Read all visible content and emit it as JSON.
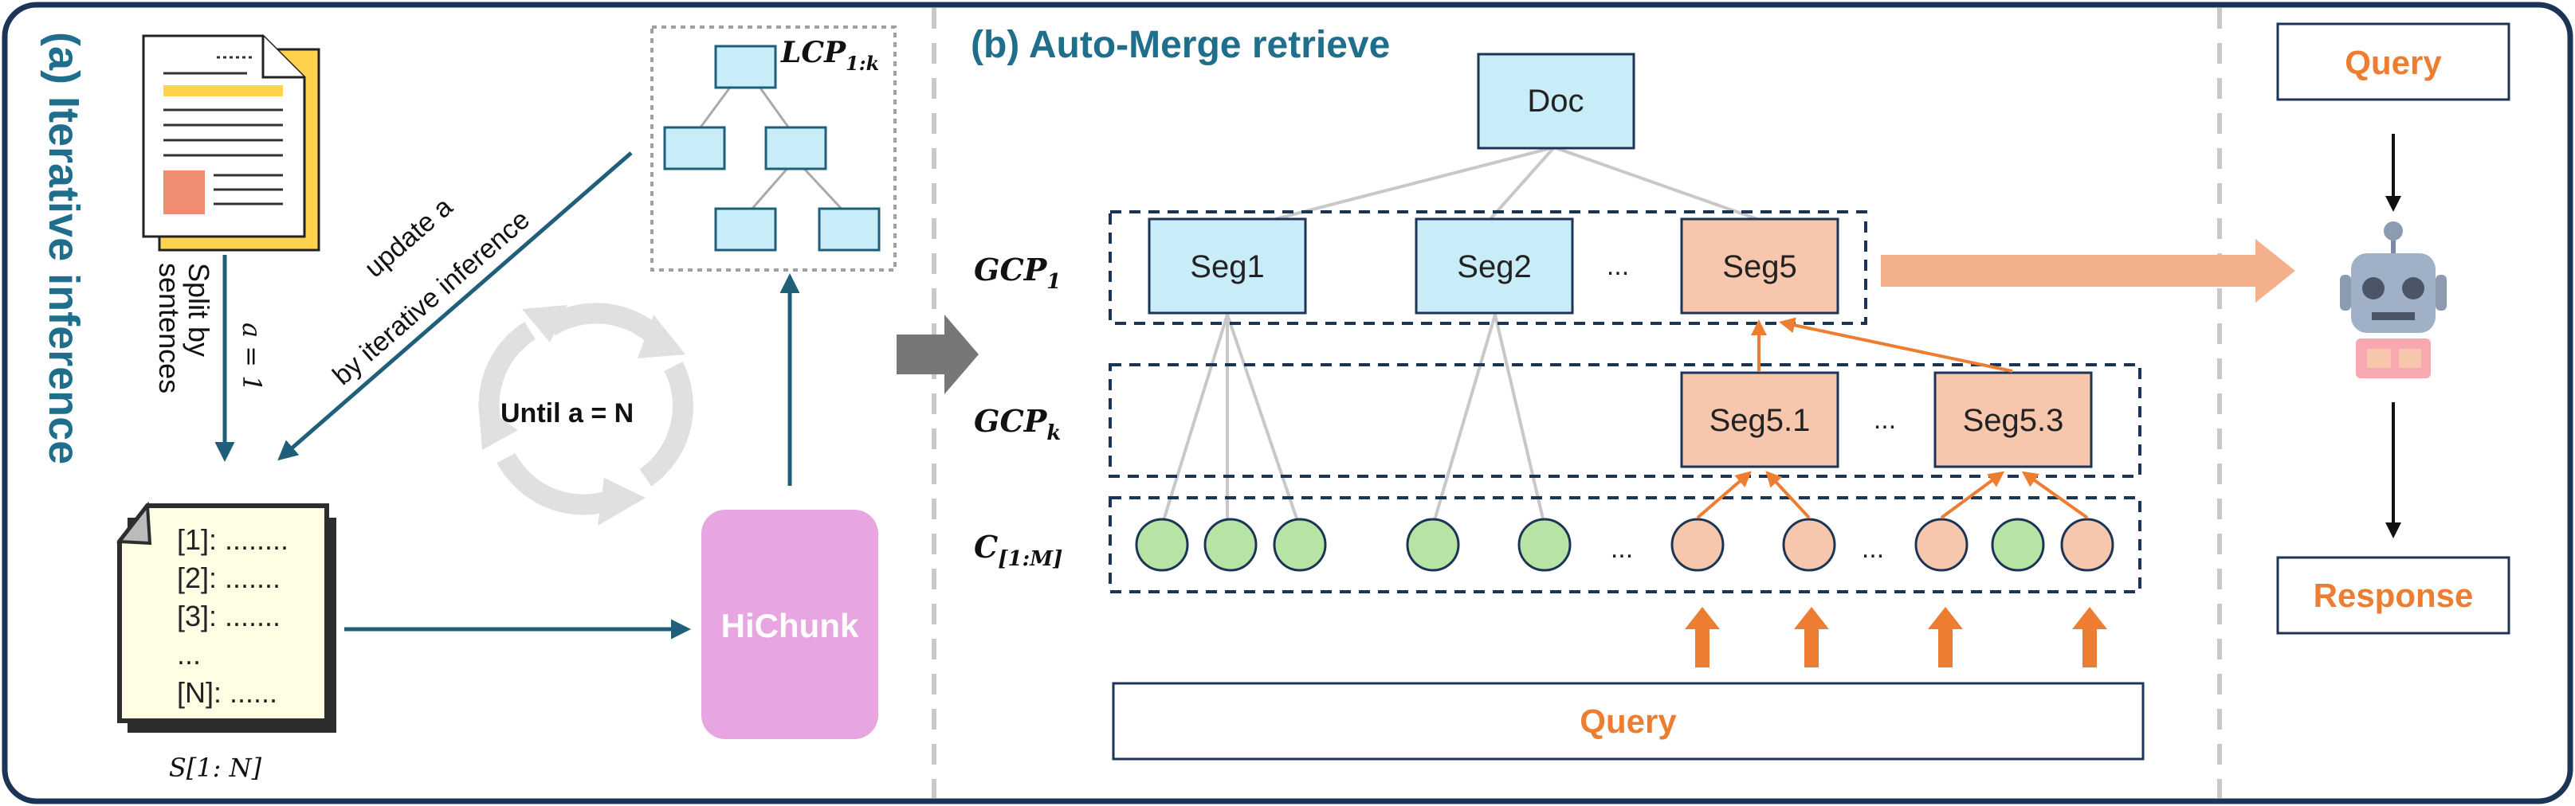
{
  "panel_a": {
    "title": "(a) Iterative inference",
    "split_label_1": "Split by",
    "split_label_2": "sentences",
    "a_init": "a = 1",
    "update_label_1": "update a",
    "update_label_2": "by iterative inference",
    "until_label": "Until a = N",
    "lcp_label": "LCP",
    "lcp_sub": "1:k",
    "hichunk_label": "HiChunk",
    "sentences": [
      "[1]: ........",
      "[2]: .......",
      "[3]: .......",
      "...",
      "[N]: ......"
    ],
    "sentence_caption": "S[1: N]"
  },
  "panel_b": {
    "title": "(b) Auto-Merge retrieve",
    "doc_label": "Doc",
    "gcp1_label": "GCP",
    "gcp1_sub": "1",
    "gcpk_label": "GCP",
    "gcpk_sub": "k",
    "c_label": "C",
    "c_sub": "[1:M]",
    "segments": [
      "Seg1",
      "Seg2",
      "Seg5"
    ],
    "subsegments": [
      "Seg5.1",
      "Seg5.3"
    ],
    "ellipsis": "...",
    "query_label": "Query"
  },
  "panel_c": {
    "query_label": "Query",
    "response_label": "Response"
  },
  "colors": {
    "frame": "#1c3557",
    "title_blue": "#1f6e8c",
    "box_blue": "#c9ecf9",
    "box_orange": "#f6c7ad",
    "orange": "#ed7d31",
    "green": "#b7e4a5",
    "pink": "#e7a6e1",
    "gray": "#c8c8c8"
  }
}
